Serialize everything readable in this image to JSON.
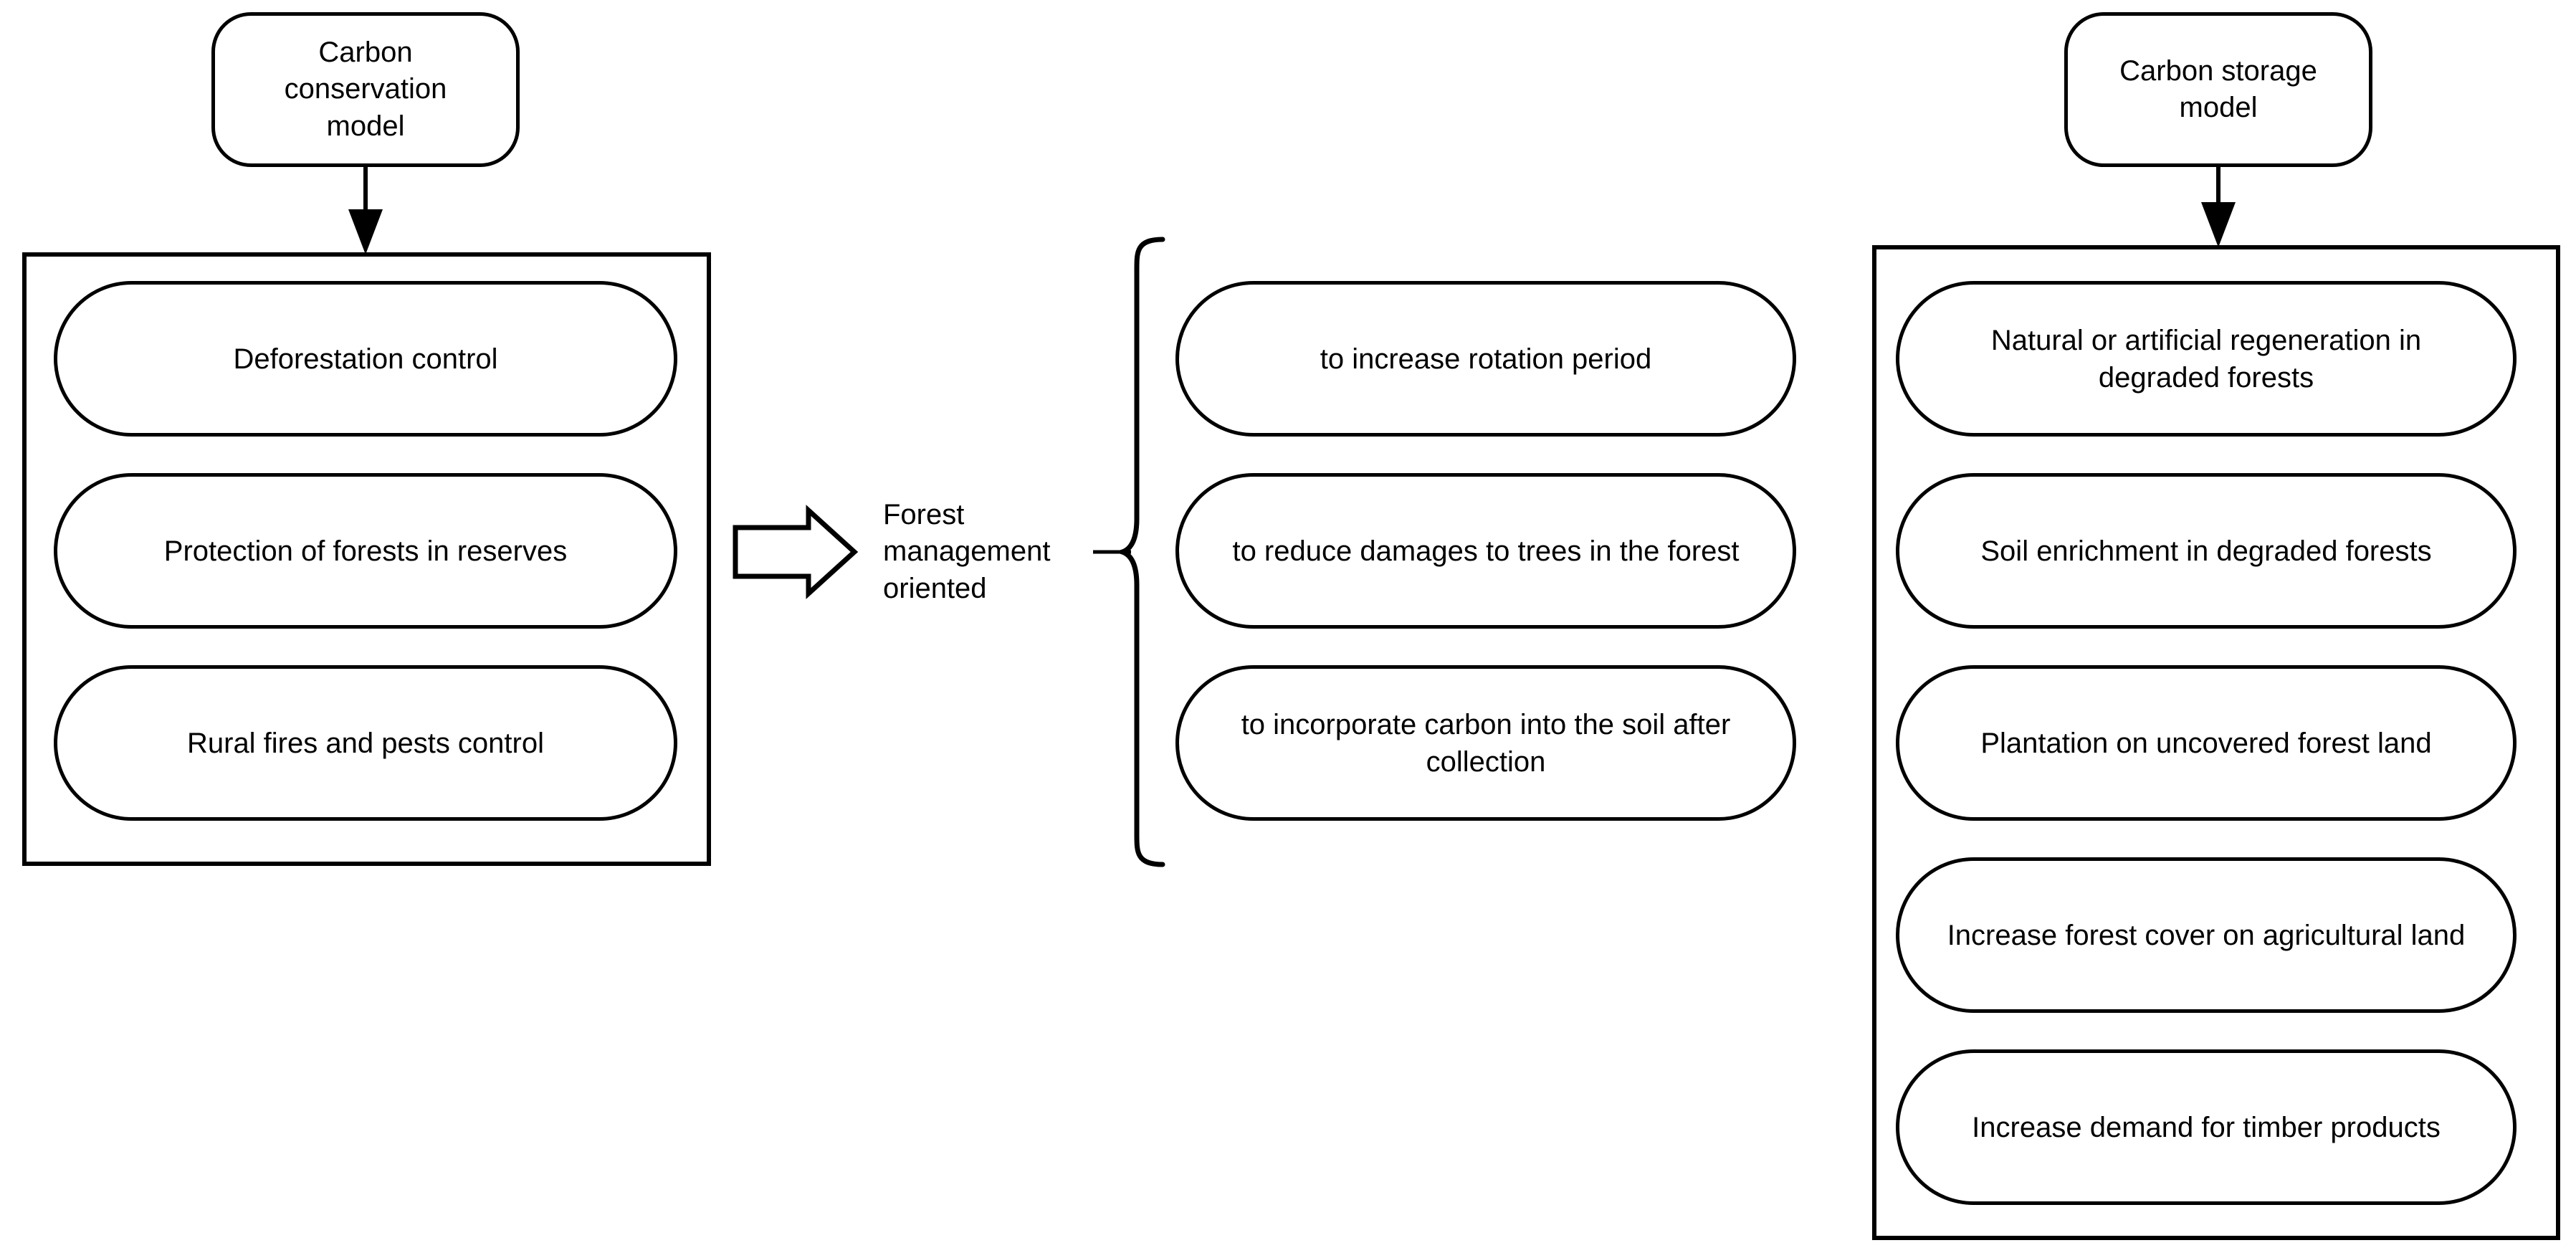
{
  "diagram": {
    "title_left": "Carbon conservation model",
    "title_right": "Carbon storage model",
    "middle_label": "Forest management oriented"
  },
  "left_model": {
    "label": "Carbon\nconservation\nmodel",
    "line1": "Carbon",
    "line2": "conservation",
    "line3": "model"
  },
  "right_model": {
    "line1": "Carbon storage",
    "line2": "model"
  },
  "middle": {
    "line1": "Forest",
    "line2": "management",
    "line3": "oriented"
  },
  "left_group": {
    "items": [
      {
        "label": "Deforestation control"
      },
      {
        "label": "Protection of forests in reserves"
      },
      {
        "label": "Rural fires and pests control"
      }
    ]
  },
  "middle_group": {
    "items": [
      {
        "label": "to increase rotation period"
      },
      {
        "label": "to reduce damages to trees in the forest"
      },
      {
        "label": "to incorporate carbon into the soil after collection"
      }
    ]
  },
  "right_group": {
    "items": [
      {
        "label": "Natural or artificial regeneration in degraded forests"
      },
      {
        "label": "Soil enrichment in degraded forests"
      },
      {
        "label": "Plantation on uncovered forest land"
      },
      {
        "label": "Increase forest cover on agricultural land"
      },
      {
        "label": "Increase demand for timber products"
      }
    ]
  },
  "colors": {
    "stroke": "#000000",
    "fill": "#ffffff",
    "text": "#000000"
  }
}
